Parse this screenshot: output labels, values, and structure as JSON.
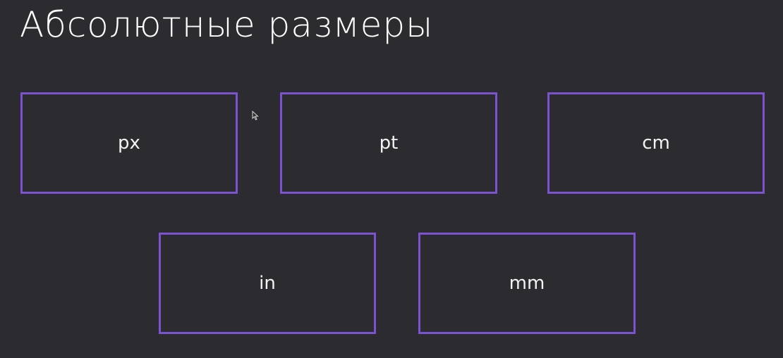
{
  "title": "Абсолютные размеры",
  "units": {
    "px": "px",
    "pt": "pt",
    "cm": "cm",
    "in": "in",
    "mm": "mm"
  },
  "colors": {
    "background": "#2b2b30",
    "box_border": "#7b52cf",
    "text": "#ffffff"
  },
  "icons": {
    "cursor": "mouse-pointer-icon"
  }
}
